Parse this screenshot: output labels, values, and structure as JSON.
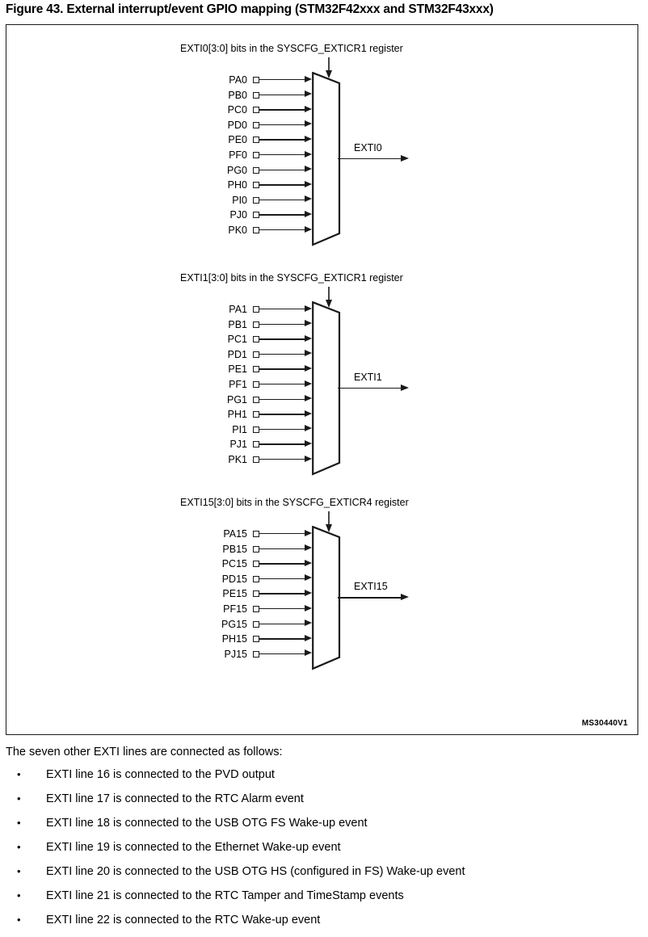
{
  "figure": {
    "caption": "Figure 43. External interrupt/event GPIO mapping (STM32F42xxx and STM32F43xxx)",
    "id_code": "MS30440V1",
    "muxes": [
      {
        "control_label": "EXTI0[3:0] bits in the SYSCFG_EXTICR1 register",
        "output_label": "EXTI0",
        "inputs": [
          "PA0",
          "PB0",
          "PC0",
          "PD0",
          "PE0",
          "PF0",
          "PG0",
          "PH0",
          "PI0",
          "PJ0",
          "PK0"
        ]
      },
      {
        "control_label": "EXTI1[3:0] bits in the SYSCFG_EXTICR1 register",
        "output_label": "EXTI1",
        "inputs": [
          "PA1",
          "PB1",
          "PC1",
          "PD1",
          "PE1",
          "PF1",
          "PG1",
          "PH1",
          "PI1",
          "PJ1",
          "PK1"
        ]
      },
      {
        "control_label": "EXTI15[3:0] bits in the SYSCFG_EXTICR4 register",
        "output_label": "EXTI15",
        "inputs": [
          "PA15",
          "PB15",
          "PC15",
          "PD15",
          "PE15",
          "PF15",
          "PG15",
          "PH15",
          "PJ15"
        ]
      }
    ]
  },
  "body": {
    "intro": "The seven other EXTI lines are connected as follows:",
    "bullet_char": "•",
    "bullets": [
      "EXTI line 16 is connected to the PVD output",
      "EXTI line 17 is connected to the RTC Alarm event",
      "EXTI line 18 is connected to the USB OTG FS Wake-up event",
      "EXTI line 19 is connected to the Ethernet Wake-up event",
      "EXTI line 20 is connected to the USB OTG HS (configured in FS) Wake-up event",
      "EXTI line 21 is connected to the RTC Tamper and TimeStamp events",
      "EXTI line 22 is connected to the RTC Wake-up event"
    ]
  },
  "colors": {
    "ink": "#1a1a1a",
    "paper": "#ffffff"
  }
}
